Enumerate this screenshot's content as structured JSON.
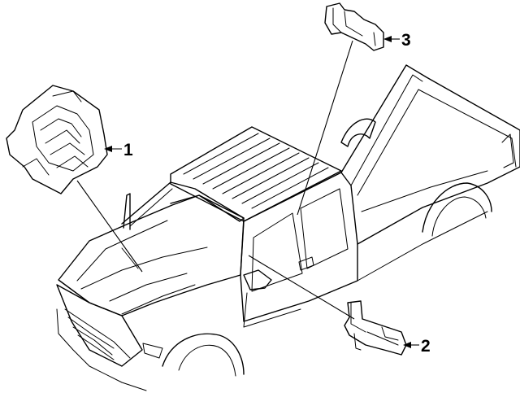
{
  "diagram": {
    "background_color": "#ffffff",
    "line_color": "#000000",
    "callouts": [
      {
        "id": "1",
        "label": "1"
      },
      {
        "id": "2",
        "label": "2"
      },
      {
        "id": "3",
        "label": "3"
      }
    ]
  }
}
